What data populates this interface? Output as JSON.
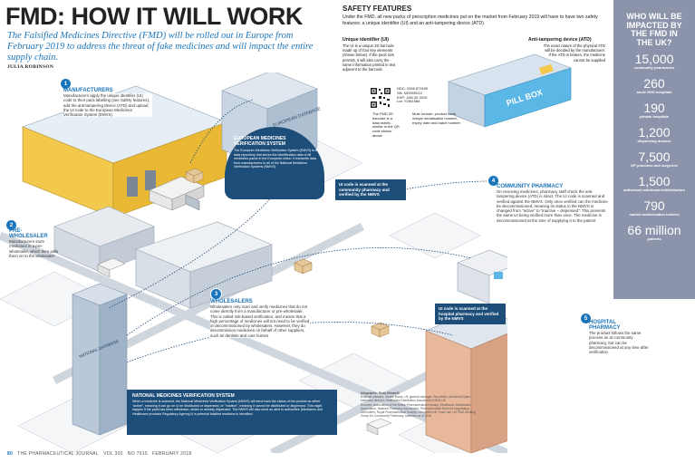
{
  "header": {
    "title": "FMD: HOW IT WILL WORK",
    "intro": "The Falsified Medicines Directive (FMD) will be rolled out in Europe from February 2019 to address the threat of fake medicines and will impact the entire supply chain.",
    "byline": "JULIA ROBINSON"
  },
  "safety": {
    "heading": "SAFETY FEATURES",
    "text": "Under the FMD, all new packs of prescription medicines put on the market from February 2019 will have to have two safety features: a unique identifier (UI) and an anti-tampering device (ATD)",
    "uid_heading": "Unique identifier (UI)",
    "uid_text": "The UI is a unique 2D barcode made up of four key elements (shown below). If the pack size permits, it will also carry the same information printed in text adjacent to the barcode",
    "atd_heading": "Anti-tampering device (ATD)",
    "atd_text": "The exact nature of the physical ATD will be decided by the manufacturer. If the ATD is broken, the medicine cannot be supplied",
    "barcode_lines": [
      "NDC: 0346 873190",
      "SN: 000000012",
      "EXP: JAN 30 2019",
      "Lot: Y2W1584"
    ],
    "barcode_note": "The FMD 2D barcode is a data matrix, similar to the QR code shown above",
    "must_include": "Must include: product code, unique serialisation number, expiry date and batch number",
    "pack_label": "PILL BOX"
  },
  "sidebar": {
    "heading": "WHO WILL BE IMPACTED BY THE FMD IN THE UK?",
    "stats": [
      {
        "value": "15,000",
        "label": "community pharmacies"
      },
      {
        "value": "260",
        "label": "acute NHS hospitals"
      },
      {
        "value": "190",
        "label": "private hospitals"
      },
      {
        "value": "1,200",
        "label": "dispensing doctors"
      },
      {
        "value": "7,500",
        "label": "GP practices and surgeries"
      },
      {
        "value": "1,500",
        "label": "authorised wholesalers/distributors"
      },
      {
        "value": "790",
        "label": "market authorisation holders"
      },
      {
        "value": "66 million",
        "label": "patients"
      }
    ]
  },
  "callouts": {
    "manufacturers": {
      "num": "1",
      "heading": "MANUFACTURERS",
      "text": "Manufacturers apply the unique identifier (UI) code to their pack labelling (see Safety features), add the anti-tampering device (ATD) and upload the UI code to the European Medicines Verification System (EMVS)"
    },
    "prewholesaler": {
      "num": "2",
      "heading": "PRE-WHOLESALER",
      "text": "Manufacturers store medicines in a pre-wholesaler, which then sells them on to the wholesaler"
    },
    "wholesalers": {
      "num": "3",
      "heading": "WHOLESALERS",
      "text": "Wholesalers only scan and verify medicines that do not come directly from a manufacturer or pre-wholesaler. This is called risk-based verification, and means that a high percentage of medicines will not need to be verified or decommissioned by wholesalers. However, they do decommission medicines on behalf of other suppliers, such as dentists and care homes"
    },
    "community": {
      "num": "4",
      "heading": "COMMUNITY PHARMACY",
      "text": "On receiving medicines, pharmacy staff check the anti-tampering device (ATD) is intact. The UI code is scanned and verified against the NMVS. Only once verified can the medicine be decommissioned, meaning its status in the NMVS is changed from \"active\" to \"inactive – dispensed\". This prevents the same UI being verified more than once. The medicine is decommissioned at the time of supplying it to the patient"
    },
    "hospital": {
      "num": "5",
      "heading": "HOSPITAL PHARMACY",
      "text": "The product follows the same process as at community pharmacy, but can be decommissioned at any time after verification"
    },
    "emvs": {
      "heading": "EUROPEAN MEDICINES VERIFICATION SYSTEM",
      "text": "The European Medicines Verification System (EMVS) is a data repository that stores the identification data of all medicines packs in the European Union. It transmits data from manufacturers to all of the National Medicines Verification Systems (NMVS)"
    },
    "nmvs": {
      "heading": "NATIONAL MEDICINES VERIFICATION SYSTEM",
      "text": "When a medicine is scanned, the National Medicines Verification System (NMVS) will send back the status of the product as either \"active\", meaning it can go on to be distributed or dispensed, or \"inactive\", meaning it cannot be distributed or dispensed. This might happen if the pack has been withdrawn, stolen or already dispensed. The NMVS will also send an alert to authorities (Medicines and Healthcare products Regulatory Agency) if a potential falsified medicine is identified"
    },
    "scan_community": "UI code is scanned at the community pharmacy and verified by the NMVS",
    "scan_hospital": "UI code is scanned at the hospital pharmacy and verified by the NMVS"
  },
  "building_labels": {
    "european": "EUROPEAN DATABASE",
    "national": "NATIONAL DATABASE"
  },
  "credits": {
    "infographic": "Infographic: Rudy Mirabelli",
    "sources": "External advisers: Jennie Burns, UK general manager, SecurMed, and Aisha Spain, executive director, Healthcare Distribution Association (HDA) UK",
    "references": "Sources: Association of the British Pharmaceutical Industry; Healthcare Distribution Association; National Pharmacy Association; Pharmaceutical Services Negotiating Committee; Royal Pharmaceutical Society; SecurMed UK; Trust Lab; UK FMD Working Group for Community Pharmacy; statistics as of 2018"
  },
  "footer": {
    "page": "80",
    "journal": "THE PHARMACEUTICAL JOURNAL",
    "vol": "VOL 300",
    "no": "NO 7915",
    "date": "FEBRUARY 2018"
  },
  "colors": {
    "accent": "#1b75bb",
    "navy": "#1d4e7a",
    "sidebar": "#8c94ab",
    "warehouse": "#f2c94c"
  }
}
